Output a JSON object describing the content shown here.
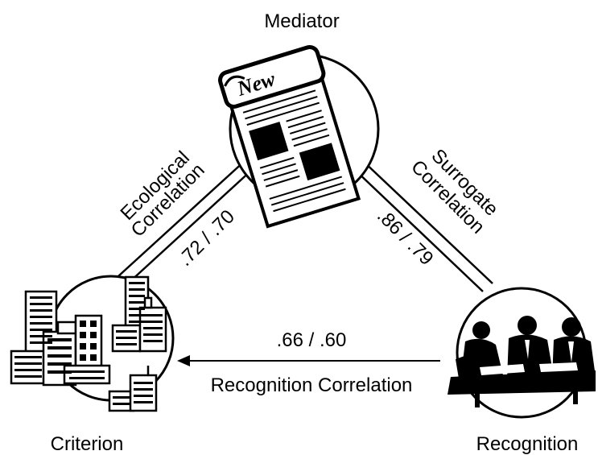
{
  "nodes": {
    "mediator": {
      "label": "Mediator"
    },
    "criterion": {
      "label": "Criterion"
    },
    "recognition": {
      "label": "Recognition"
    }
  },
  "edges": {
    "ecological": {
      "name": "Ecological Correlation",
      "name_line1": "Ecological",
      "name_line2": "Correlation",
      "value": ".72 / .70"
    },
    "surrogate": {
      "name": "Surrogate Correlation",
      "name_line1": "Surrogate",
      "name_line2": "Correlation",
      "value": ".86 / .79"
    },
    "recognition": {
      "name": "Recognition Correlation",
      "value": ".66 / .60"
    }
  },
  "illustrations": {
    "newspaper": {
      "icon": "newspaper-icon",
      "masthead": "New"
    },
    "city": {
      "icon": "city-buildings-icon"
    },
    "people": {
      "icon": "meeting-people-icon"
    }
  }
}
